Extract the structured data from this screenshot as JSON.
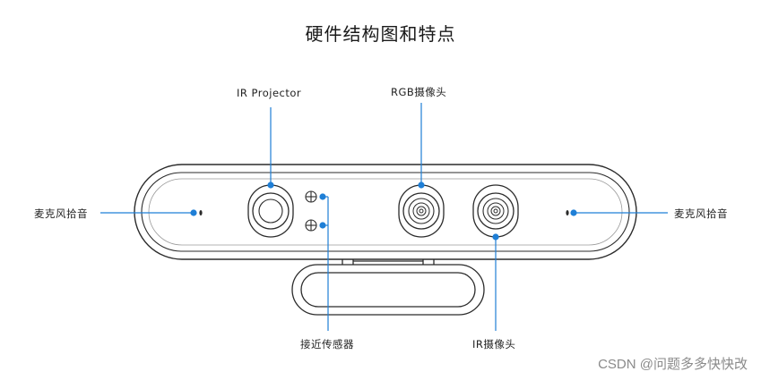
{
  "title": "硬件结构图和特点",
  "labels": {
    "ir_projector": "IR Projector",
    "rgb_camera": "RGB摄像头",
    "mic_left": "麦克风拾音",
    "mic_right": "麦克风拾音",
    "proximity_sensor": "接近传感器",
    "ir_camera": "IR摄像头"
  },
  "watermark": "CSDN @问题多多快快改",
  "colors": {
    "callout": "#1f7fd6",
    "outline": "#2b2b2b",
    "text": "#222222"
  }
}
